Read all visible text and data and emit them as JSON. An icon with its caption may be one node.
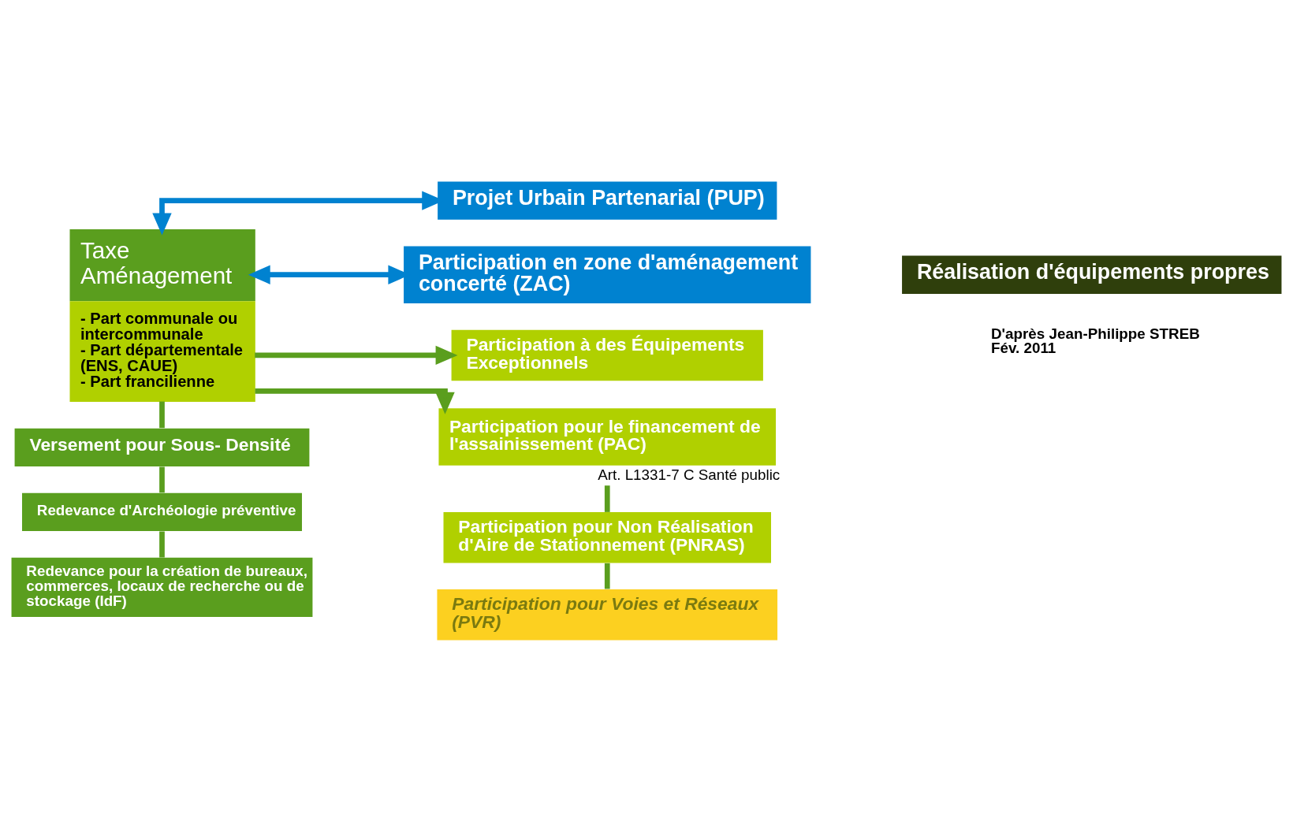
{
  "diagram": {
    "nodes": [
      {
        "text": [
          "Taxe Aménagement",
          "- Part communale ou intercommunale",
          "- Part départementale (ENS, CAUE)",
          "- Part francilienne"
        ]
      },
      {
        "text": [
          "Projet Urbain Partenarial (PUP)"
        ]
      },
      {
        "text": [
          "Participation en zone d'aménagement concerté (ZAC)"
        ]
      },
      {
        "text": [
          "Participation à des Équipements Exceptionnels"
        ]
      },
      {
        "text": [
          "Participation pour le financement de l'assainissement (PAC)"
        ],
        "beside": [
          "Art. L1331-7 C Santé public"
        ]
      },
      {
        "text": [
          "Participation pour Non Réalisation d'Aire de Stationnement (PNRAS)"
        ]
      },
      {
        "text": [
          "Participation pour Voies et Réseaux (PVR)"
        ]
      },
      {
        "text": [
          "Réalisation d'équipements propres"
        ]
      },
      {
        "text": [
          "Versement pour Sous- Densité"
        ]
      },
      {
        "text": [
          "Redevance d'Archéologie préventive"
        ]
      },
      {
        "text": [
          "Redevance pour la création de bureaux, commerces, locaux de recherche ou de stockage (IdF)"
        ]
      }
    ],
    "edges": [
      {
        "from": 0,
        "to": 1,
        "arrow": "both",
        "color": "#0082d0"
      },
      {
        "from": 0,
        "to": 2,
        "arrow": "both",
        "color": "#0082d0"
      },
      {
        "from": 0,
        "to": 3,
        "arrow": "to"
      },
      {
        "from": 0,
        "to": 4,
        "arrow": "to"
      },
      {
        "from": 0,
        "to": 8,
        "arrow": "none"
      },
      {
        "from": 8,
        "to": 9,
        "arrow": "none"
      },
      {
        "from": 9,
        "to": 10,
        "arrow": "none"
      },
      {
        "from": 4,
        "to": 5,
        "arrow": "none"
      },
      {
        "from": 5,
        "to": 6,
        "arrow": "none"
      }
    ],
    "labels": [
      "D'après Jean-Philippe STREB",
      "Fév. 2011"
    ]
  }
}
